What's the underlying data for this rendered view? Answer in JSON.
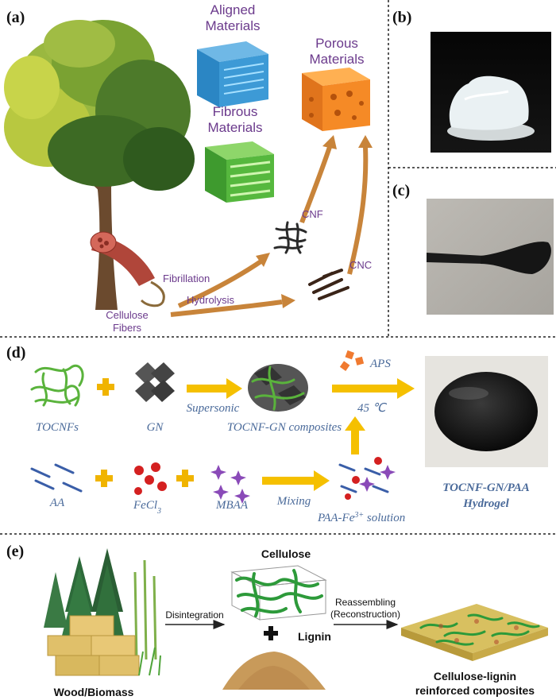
{
  "panels": {
    "a": {
      "label": "(a)",
      "aligned": [
        "Aligned",
        "Materials"
      ],
      "fibrous": [
        "Fibrous",
        "Materials"
      ],
      "porous": [
        "Porous",
        "Materials"
      ],
      "cnf": "CNF",
      "cnc": "CNC",
      "fibrillation": "Fibrillation",
      "hydrolysis": "Hydrolysis",
      "cellulose_fibers": [
        "Cellulose",
        "Fibers"
      ]
    },
    "b": {
      "label": "(b)"
    },
    "c": {
      "label": "(c)"
    },
    "d": {
      "label": "(d)",
      "tocnfs": "TOCNFs",
      "gn": "GN",
      "supersonic": "Supersonic",
      "composites": "TOCNF-GN composites",
      "aps": "APS",
      "temp": "45 ℃",
      "aa": "AA",
      "fecl3": "FeCl",
      "fecl3_sub": "3",
      "mbaa": "MBAA",
      "mixing": "Mixing",
      "paa_solution_pre": "PAA-Fe",
      "paa_solution_sup": "3+",
      "paa_solution_post": " solution",
      "hydrogel": [
        "TOCNF-GN/PAA",
        "Hydrogel"
      ]
    },
    "e": {
      "label": "(e)",
      "cellulose": "Cellulose",
      "lignin": "Lignin",
      "disintegration": "Disintegration",
      "reassembling": [
        "Reassembling",
        "(Reconstruction)"
      ],
      "wood_biomass": "Wood/Biomass",
      "composites": [
        "Cellulose-lignin",
        "reinforced composites"
      ]
    }
  },
  "colors": {
    "purple_text": "#6b3a8c",
    "blue_text": "#4a6a9a",
    "plus_yellow": "#f0b400",
    "arrow_yellow": "#f5c000",
    "arrow_orange": "#c8843a"
  }
}
